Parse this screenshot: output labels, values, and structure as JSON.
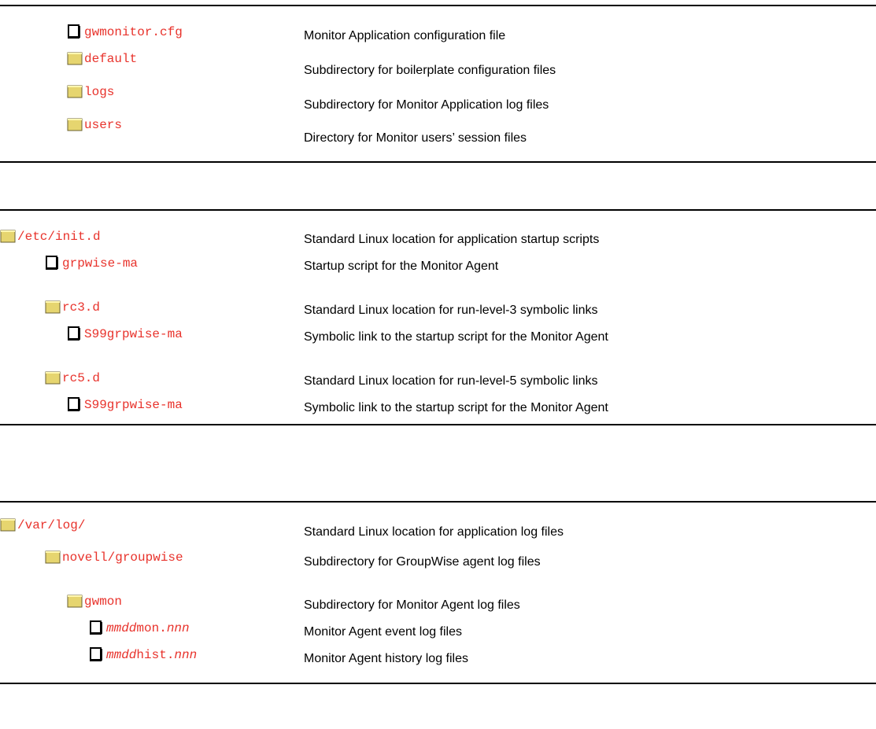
{
  "colors": {
    "name_text": "#e8322b",
    "folder_fill": "#e6d56f",
    "rule": "#000000"
  },
  "section1": {
    "rows": [
      {
        "icon": "file-icon",
        "name": "gwmonitor.cfg",
        "desc": "Monitor Application configuration file"
      },
      {
        "icon": "folder-icon",
        "name": "default",
        "desc": "Subdirectory for boilerplate configuration files"
      },
      {
        "icon": "folder-icon",
        "name": "logs",
        "desc": "Subdirectory for Monitor Application log files"
      },
      {
        "icon": "folder-icon",
        "name": "users",
        "desc": "Directory for Monitor users’ session files"
      }
    ]
  },
  "section2": {
    "rows": [
      {
        "icon": "folder-icon",
        "name": "/etc/init.d",
        "desc": "Standard Linux location for application startup scripts"
      },
      {
        "icon": "file-icon",
        "name": "grpwise-ma",
        "desc": "Startup script for the Monitor Agent"
      },
      {
        "icon": "folder-icon",
        "name": "rc3.d",
        "desc": "Standard Linux location for run-level-3 symbolic links"
      },
      {
        "icon": "file-icon",
        "name": "S99grpwise-ma",
        "desc": "Symbolic link to the startup script for the Monitor Agent"
      },
      {
        "icon": "folder-icon",
        "name": "rc5.d",
        "desc": "Standard Linux location for run-level-5 symbolic links"
      },
      {
        "icon": "file-icon",
        "name": "S99grpwise-ma",
        "desc": "Symbolic link to the startup script for the Monitor Agent"
      }
    ]
  },
  "section3": {
    "rows": [
      {
        "icon": "folder-icon",
        "name": "/var/log/",
        "desc": "Standard Linux location for application log files"
      },
      {
        "icon": "folder-icon",
        "name": "novell/groupwise",
        "desc": "Subdirectory for GroupWise agent log files"
      },
      {
        "icon": "folder-icon",
        "name": "gwmon",
        "desc": "Subdirectory for Monitor Agent log files"
      },
      {
        "icon": "file-icon",
        "name_italic": "mmdd",
        "name_plain": "mon.",
        "name_italic2": "nnn",
        "desc": "Monitor Agent event log files"
      },
      {
        "icon": "file-icon",
        "name_italic": "mmdd",
        "name_plain": "hist.",
        "name_italic2": "nnn",
        "desc": "Monitor Agent history log files"
      }
    ]
  }
}
